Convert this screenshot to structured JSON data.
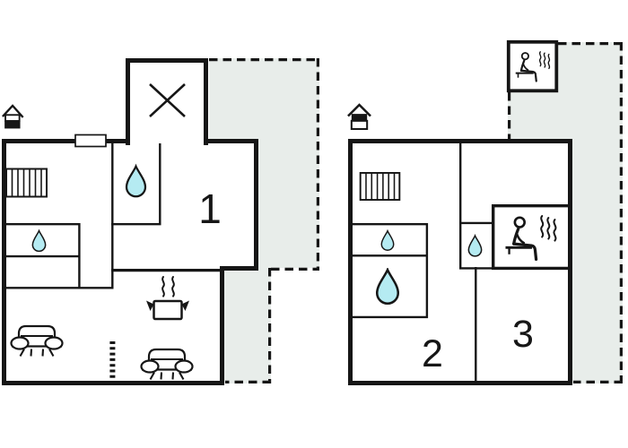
{
  "colors": {
    "wall": "#161616",
    "terrace": "#e8edea",
    "drop": "#b5ebf2",
    "background": "#ffffff"
  },
  "labels": {
    "room1": "1",
    "room2": "2",
    "room3": "3"
  },
  "plans": [
    {
      "id": "left-plan",
      "room_labels": [
        "1"
      ],
      "icons": [
        "entrance-house-icon",
        "stairs-cross-icon",
        "window",
        "radiator-icon",
        "water-drop-icon",
        "water-drop-icon",
        "hotplate-steam-icon",
        "sofa-icon",
        "sofa-icon",
        "step-dashes"
      ],
      "outdoor_area": "dashed-terrace"
    },
    {
      "id": "right-plan",
      "room_labels": [
        "2",
        "3"
      ],
      "icons": [
        "entrance-house-icon",
        "radiator-icon",
        "water-drop-icon",
        "water-drop-icon",
        "water-drop-icon",
        "sauna-person-icon",
        "outdoor-sauna-box-icon"
      ],
      "outdoor_area": "dashed-terrace"
    }
  ]
}
